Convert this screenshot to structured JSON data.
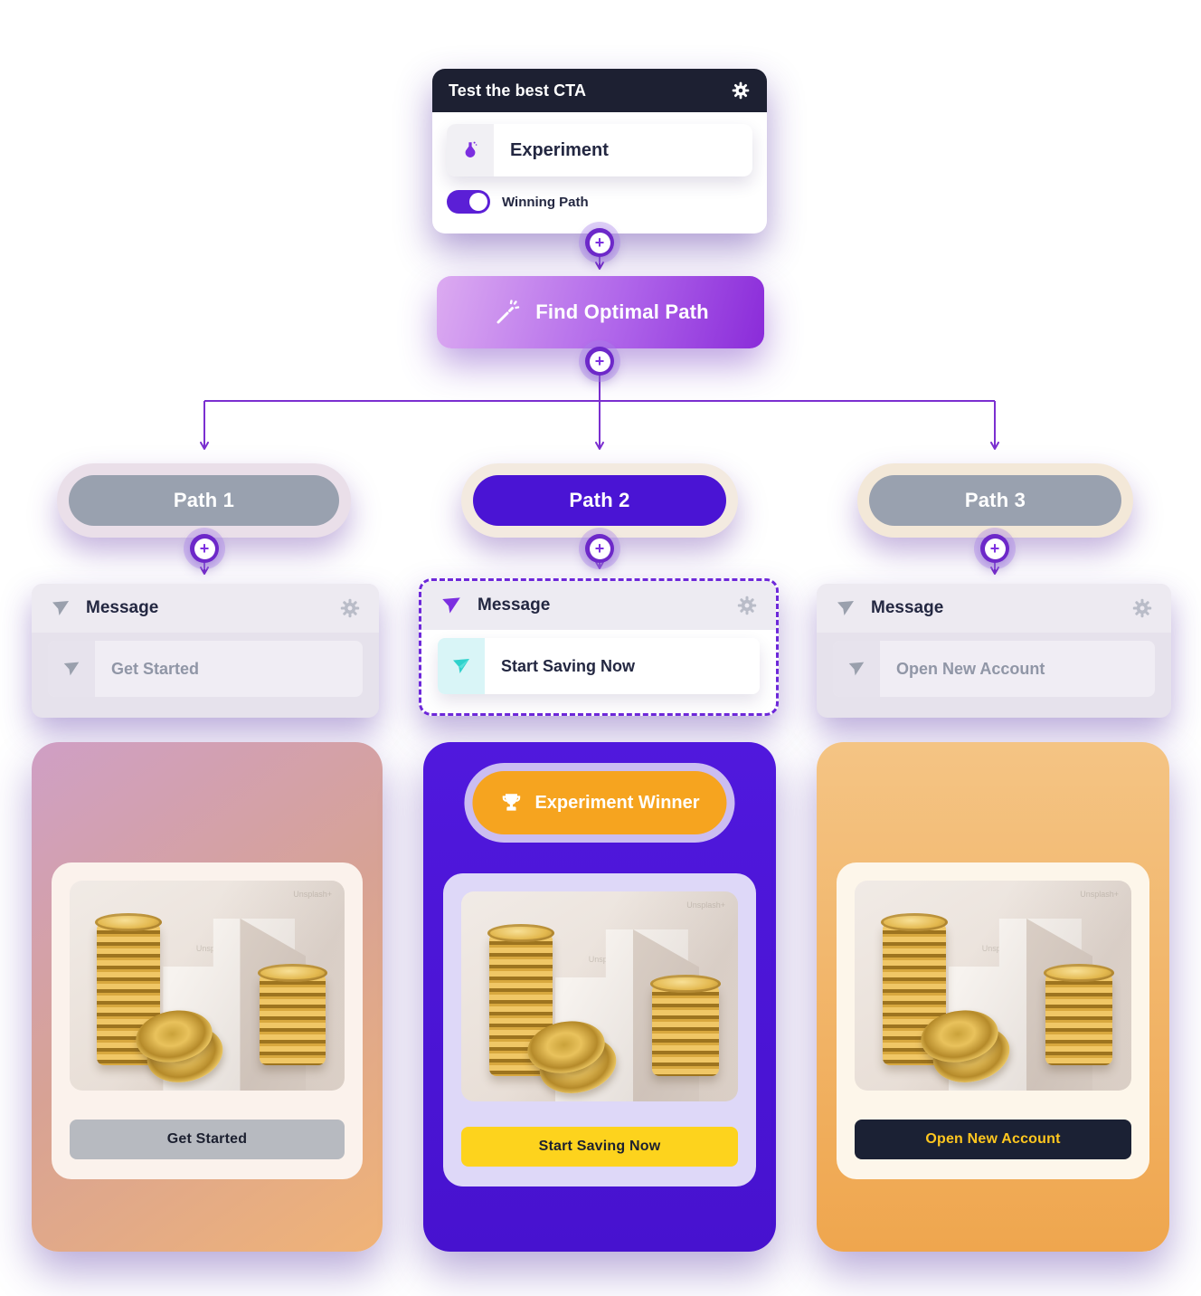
{
  "experiment_node": {
    "title": "Test the best CTA",
    "step_label": "Experiment",
    "toggle_label": "Winning Path",
    "toggle_state": "on"
  },
  "optimal": {
    "label": "Find Optimal Path"
  },
  "paths": [
    {
      "name": "Path 1",
      "state": "inactive",
      "message": {
        "title": "Message",
        "cta": "Get Started"
      },
      "preview": {
        "button_label": "Get Started"
      }
    },
    {
      "name": "Path 2",
      "state": "active",
      "winner_badge": "Experiment Winner",
      "message": {
        "title": "Message",
        "cta": "Start Saving Now"
      },
      "preview": {
        "button_label": "Start Saving Now"
      }
    },
    {
      "name": "Path 3",
      "state": "inactive",
      "message": {
        "title": "Message",
        "cta": "Open New Account"
      },
      "preview": {
        "button_label": "Open New Account"
      }
    }
  ],
  "photo": {
    "watermark": "Unsplash+"
  },
  "glyphs": {
    "plus": "+"
  },
  "colors": {
    "node_header": "#1d2032",
    "accent_purple": "#7c2fe0",
    "toggle_on": "#5b1fd6",
    "connector": "#7b2fd0",
    "path2_pill": "#4a14d4",
    "inactive_pill": "#99a1af",
    "winner_orange": "#f6a41f",
    "winner_ring": "#cbbdf1",
    "teal_icon": "#2fd2cc",
    "btn_yellow": "#fdd31d",
    "btn_gray": "#b7bac0",
    "btn_navy": "#1b2134",
    "btn_navy_text": "#ffc71f"
  }
}
